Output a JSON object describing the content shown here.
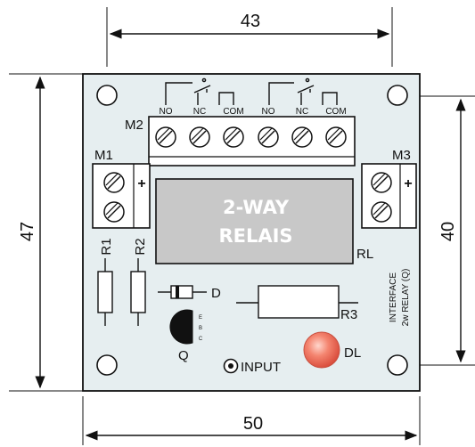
{
  "dimensions": {
    "top": "43",
    "bottom": "50",
    "left": "47",
    "right": "40"
  },
  "relay_body": {
    "line1": "2-WAY",
    "line2": "RELAIS"
  },
  "labels": {
    "m1": "M1",
    "m2": "M2",
    "m3": "M3",
    "r1": "R1",
    "r2": "R2",
    "r3": "R3",
    "d": "D",
    "q": "Q",
    "rl": "RL",
    "dl": "DL",
    "input": "INPUT",
    "plus_m1": "+",
    "plus_m3": "+",
    "transistor_pins": [
      "E",
      "B",
      "C"
    ],
    "interface_line1": "INTERFACE",
    "interface_line2": "2w RELAY (Q)"
  },
  "terminals": [
    "NO",
    "NC",
    "COM",
    "NO",
    "NC",
    "COM"
  ],
  "colors": {
    "board": "#e6eef0",
    "relay": "#c8c8c8",
    "led": "#f07868",
    "outline": "#111111"
  }
}
